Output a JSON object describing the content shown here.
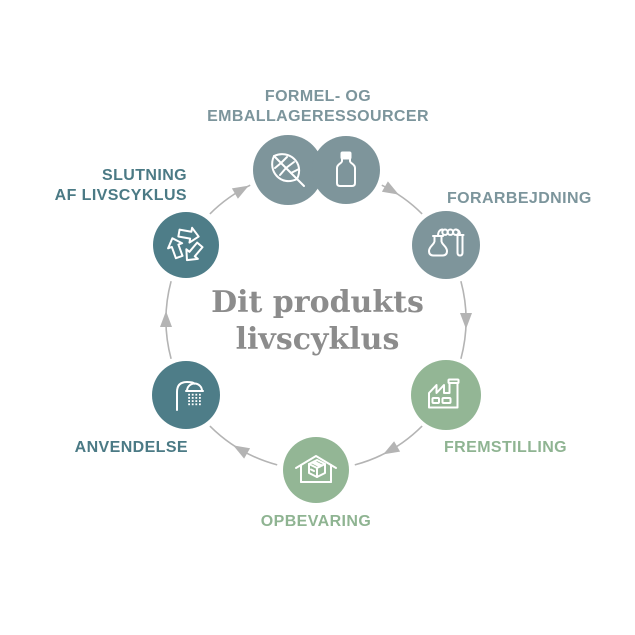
{
  "title": {
    "line1": "Dit produkts",
    "line2": "livscyklus"
  },
  "colors": {
    "background": "#FFFFFF",
    "slate": "#7E959B",
    "teal": "#4E7D88",
    "green": "#93B695",
    "slate_text": "#7C959C",
    "teal_text": "#4B7A85",
    "green_text": "#8FB492",
    "title_text": "#8C8C8C",
    "arrow": "#B4B4B4",
    "icon_stroke": "#FFFFFF"
  },
  "stages": [
    {
      "id": "formel-og-emballageressourcer",
      "label_line1": "FORMEL- OG",
      "label_line2": "EMBALLAGERESSOURCER",
      "icons": "leaf-icon, bottle-icon",
      "color": "slate"
    },
    {
      "id": "forarbejdning",
      "label": "FORARBEJDNING",
      "icons": "chemistry-icon",
      "color": "slate"
    },
    {
      "id": "fremstilling",
      "label": "FREMSTILLING",
      "icons": "factory-icon",
      "color": "green"
    },
    {
      "id": "opbevaring",
      "label": "OPBEVARING",
      "icons": "warehouse-icon",
      "color": "green"
    },
    {
      "id": "anvendelse",
      "label": "ANVENDELSE",
      "icons": "shower-icon",
      "color": "teal"
    },
    {
      "id": "slutning-af-livscyklus",
      "label_line1": "SLUTNING",
      "label_line2": "AF LIVSCYKLUS",
      "icons": "recycle-icon",
      "color": "teal"
    }
  ]
}
